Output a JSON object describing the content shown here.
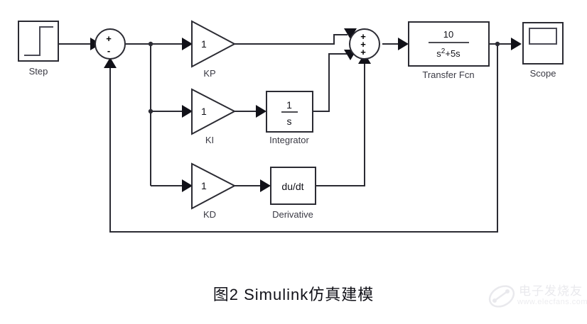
{
  "caption": "图2 Simulink仿真建模",
  "watermark": {
    "brand": "电子发烧友",
    "url": "www.elecfans.com",
    "logo_icon": "circuit-logo-icon"
  },
  "colors": {
    "wire": "#2b2b33",
    "block_stroke": "#2b2b33",
    "block_fill": "#ffffff",
    "label_text": "#3a3a44",
    "inner_text": "#111118",
    "background": "#ffffff"
  },
  "diagram": {
    "type": "simulink-block-diagram",
    "title": "PID control loop",
    "blocks": [
      {
        "id": "step",
        "kind": "source",
        "icon": "step-signal-icon",
        "label": "Step",
        "inner": ""
      },
      {
        "id": "sum1",
        "kind": "sum",
        "icon": "summing-junction-icon",
        "label": "",
        "signs": [
          "+",
          "-"
        ]
      },
      {
        "id": "kp",
        "kind": "gain",
        "icon": "gain-triangle-icon",
        "label": "KP",
        "inner": "1"
      },
      {
        "id": "ki",
        "kind": "gain",
        "icon": "gain-triangle-icon",
        "label": "KI",
        "inner": "1"
      },
      {
        "id": "kd",
        "kind": "gain",
        "icon": "gain-triangle-icon",
        "label": "KD",
        "inner": "1"
      },
      {
        "id": "integrator",
        "kind": "transfer",
        "icon": "integrator-icon",
        "label": "Integrator",
        "numerator": "1",
        "denominator": "s"
      },
      {
        "id": "derivative",
        "kind": "transfer",
        "icon": "derivative-icon",
        "label": "Derivative",
        "inner": "du/dt"
      },
      {
        "id": "sum2",
        "kind": "sum",
        "icon": "summing-junction-icon",
        "label": "",
        "signs": [
          "+",
          "+",
          "+"
        ]
      },
      {
        "id": "transfer_fcn",
        "kind": "transfer",
        "icon": "transfer-function-icon",
        "label": "Transfer Fcn",
        "numerator": "10",
        "denominator_base": "s",
        "denominator_exp": "2",
        "denominator_rest": "+5s"
      },
      {
        "id": "scope",
        "kind": "sink",
        "icon": "scope-icon",
        "label": "Scope",
        "inner": ""
      }
    ]
  }
}
